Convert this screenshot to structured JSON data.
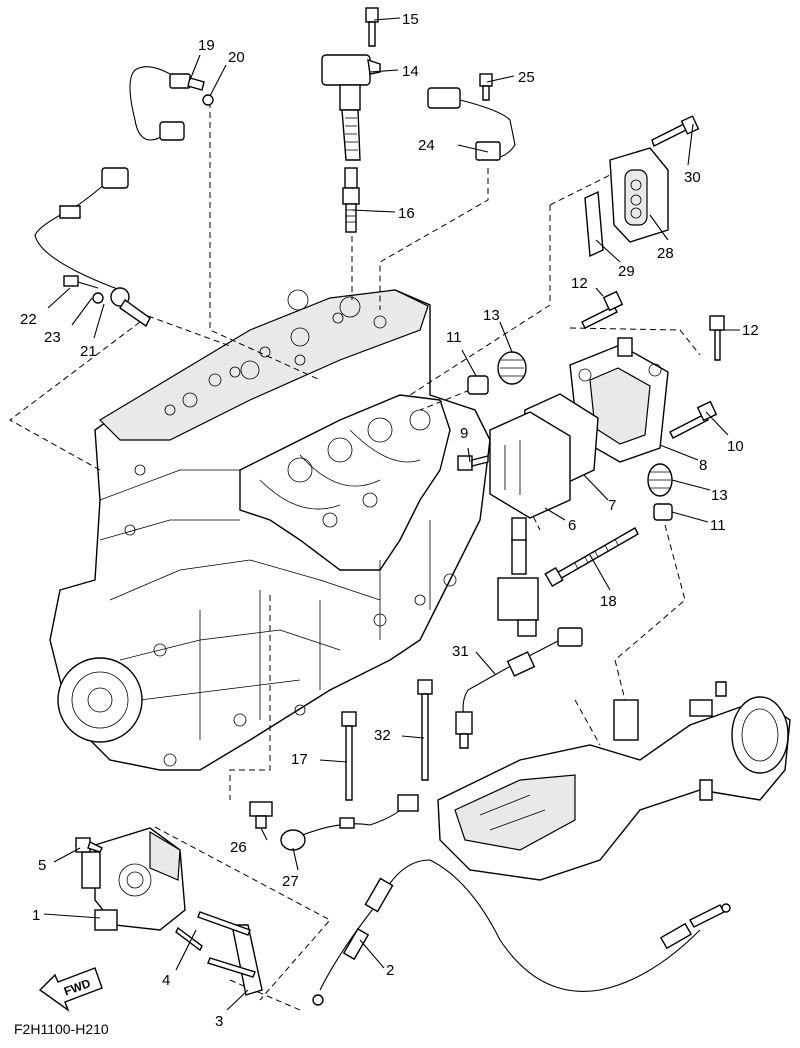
{
  "diagram_code": "F2H1100-H210",
  "fwd_label": "FWD",
  "callouts": [
    {
      "id": "c15",
      "text": "15"
    },
    {
      "id": "c14",
      "text": "14"
    },
    {
      "id": "c16",
      "text": "16"
    },
    {
      "id": "c19",
      "text": "19"
    },
    {
      "id": "c20",
      "text": "20"
    },
    {
      "id": "c25",
      "text": "25"
    },
    {
      "id": "c24",
      "text": "24"
    },
    {
      "id": "c30",
      "text": "30"
    },
    {
      "id": "c28",
      "text": "28"
    },
    {
      "id": "c29",
      "text": "29"
    },
    {
      "id": "c22",
      "text": "22"
    },
    {
      "id": "c23",
      "text": "23"
    },
    {
      "id": "c21",
      "text": "21"
    },
    {
      "id": "c12a",
      "text": "12"
    },
    {
      "id": "c12b",
      "text": "12"
    },
    {
      "id": "c13a",
      "text": "13"
    },
    {
      "id": "c11a",
      "text": "11"
    },
    {
      "id": "c10",
      "text": "10"
    },
    {
      "id": "c9",
      "text": "9"
    },
    {
      "id": "c8",
      "text": "8"
    },
    {
      "id": "c7",
      "text": "7"
    },
    {
      "id": "c6",
      "text": "6"
    },
    {
      "id": "c13b",
      "text": "13"
    },
    {
      "id": "c11b",
      "text": "11"
    },
    {
      "id": "c18",
      "text": "18"
    },
    {
      "id": "c31",
      "text": "31"
    },
    {
      "id": "c32",
      "text": "32"
    },
    {
      "id": "c17",
      "text": "17"
    },
    {
      "id": "c26",
      "text": "26"
    },
    {
      "id": "c27",
      "text": "27"
    },
    {
      "id": "c5",
      "text": "5"
    },
    {
      "id": "c1",
      "text": "1"
    },
    {
      "id": "c4",
      "text": "4"
    },
    {
      "id": "c3",
      "text": "3"
    },
    {
      "id": "c2",
      "text": "2"
    }
  ]
}
